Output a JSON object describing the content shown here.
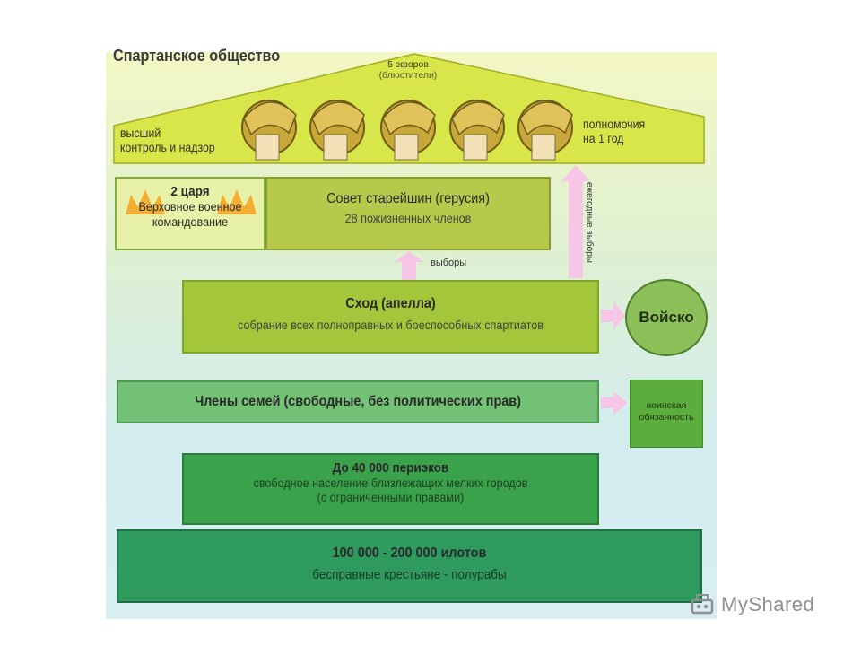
{
  "title": "Спартанское общество",
  "roof": {
    "ephors_title": "5 эфоров",
    "ephors_sub": "(блюстители)",
    "left_line1": "высший",
    "left_line2": "контроль и надзор",
    "right_line1": "полномочия",
    "right_line2": "на 1 год"
  },
  "kings": {
    "line1": "2 царя",
    "line2": "Верховное военное",
    "line3": "командование"
  },
  "gerusia": {
    "title": "Совет старейшин (герусия)",
    "sub": "28 пожизненных членов"
  },
  "apella": {
    "title": "Сход (апелла)",
    "sub": "собрание всех полноправных и боеспособных спартиатов"
  },
  "army": "Войско",
  "family": {
    "title": "Члены семей (свободные, без политических прав)"
  },
  "duty": {
    "line1": "воинская",
    "line2": "обязанность"
  },
  "perieki": {
    "title": "До 40 000 периэков",
    "line2": "свободное население близлежащих мелких городов",
    "line3": "(с ограниченными правами)"
  },
  "helots": {
    "title": "100 000 - 200 000 илотов",
    "sub": "бесправные крестьяне - полурабы"
  },
  "arrows": {
    "elections": "выборы",
    "annual_elections": "ежегодные выборы"
  },
  "watermark": "MyShared",
  "colors": {
    "roof": "#d9e64a",
    "kings": "#e8f1a8",
    "gerusia": "#b7c94a",
    "apella": "#a4c63a",
    "family": "#74c275",
    "perieki": "#3aa24a",
    "helots": "#2e9a5e",
    "arrow": "#f7c6e6"
  }
}
